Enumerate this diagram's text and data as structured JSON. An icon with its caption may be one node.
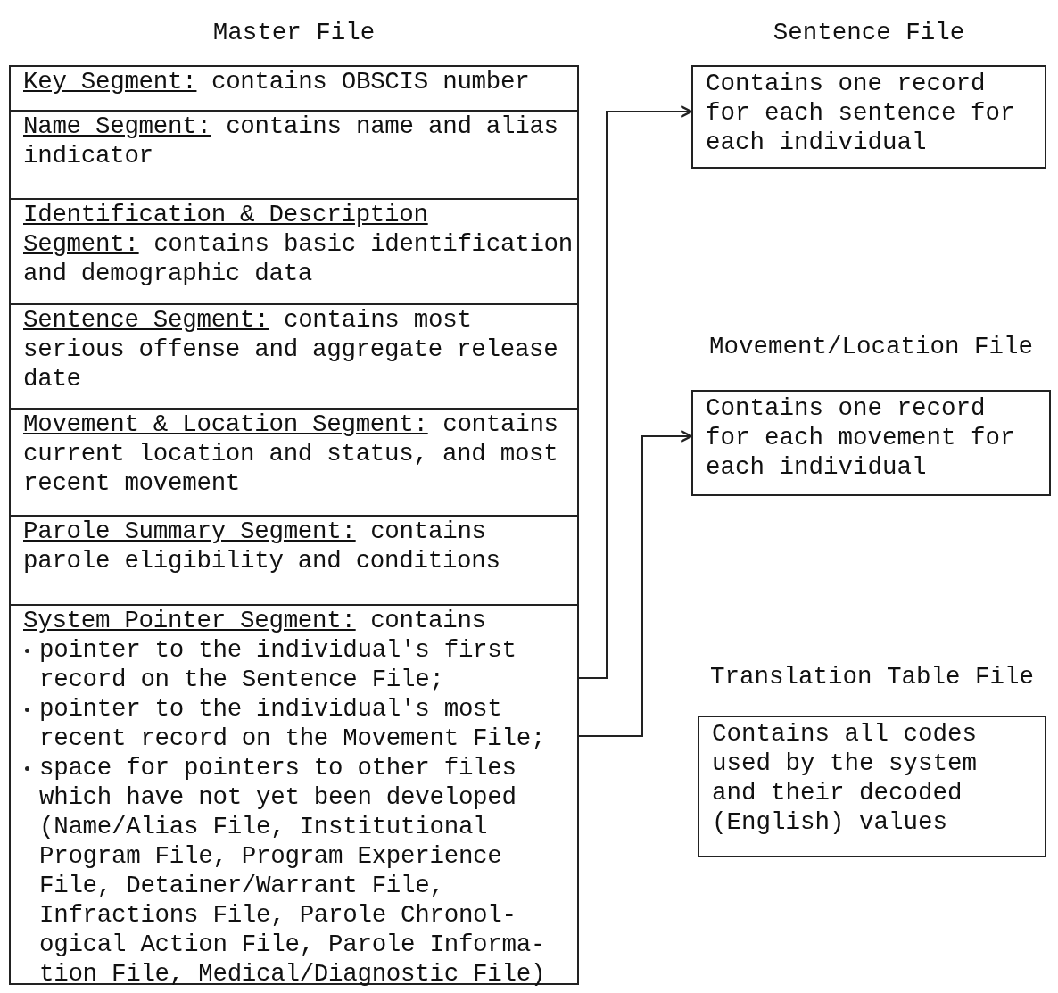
{
  "diagram": {
    "nodes": [
      {
        "text": [
          "Master File"
        ]
      },
      {
        "text": [
          "Key Segment:",
          "contains OBSCIS number"
        ],
        "in": 0
      },
      {
        "text": [
          "Name Segment:",
          "contains name and alias indicator"
        ],
        "in": 0
      },
      {
        "text": [
          "Identification & Description Segment:",
          "contains basic identification and demographic data"
        ],
        "in": 0
      },
      {
        "text": [
          "Sentence Segment:",
          "contains most serious offense and aggregate release date"
        ],
        "in": 0
      },
      {
        "text": [
          "Movement & Location Segment:",
          "contains current location and status, and most recent movement"
        ],
        "in": 0
      },
      {
        "text": [
          "Parole Summary Segment:",
          "contains parole eligibility and conditions"
        ],
        "in": 0
      },
      {
        "text": [
          "System Pointer Segment:",
          "contains",
          "pointer to the individual's first record on the Sentence File;",
          "pointer to the individual's most recent record on the Movement File;",
          "space for pointers to other files which have not yet been developed (Name/Alias File, Institutional Program File, Program Experience File, Detainer/Warrant File, Infractions File, Parole Chronol-ogical Action File, Parole Informa-tion File, Medical/Diagnostic File)"
        ],
        "in": 0
      },
      {
        "text": [
          "Sentence File",
          "Contains one record for each sentence for each individual"
        ]
      },
      {
        "text": [
          "Movement/Location File",
          "Contains one record for each movement for each individual"
        ]
      },
      {
        "text": [
          "Translation Table File",
          "Contains all codes used by the system and their decoded (English) values"
        ]
      }
    ],
    "edges": [
      {
        "from": 7,
        "to": 8,
        "arrow": "to"
      },
      {
        "from": 7,
        "to": 9,
        "arrow": "to"
      }
    ]
  }
}
